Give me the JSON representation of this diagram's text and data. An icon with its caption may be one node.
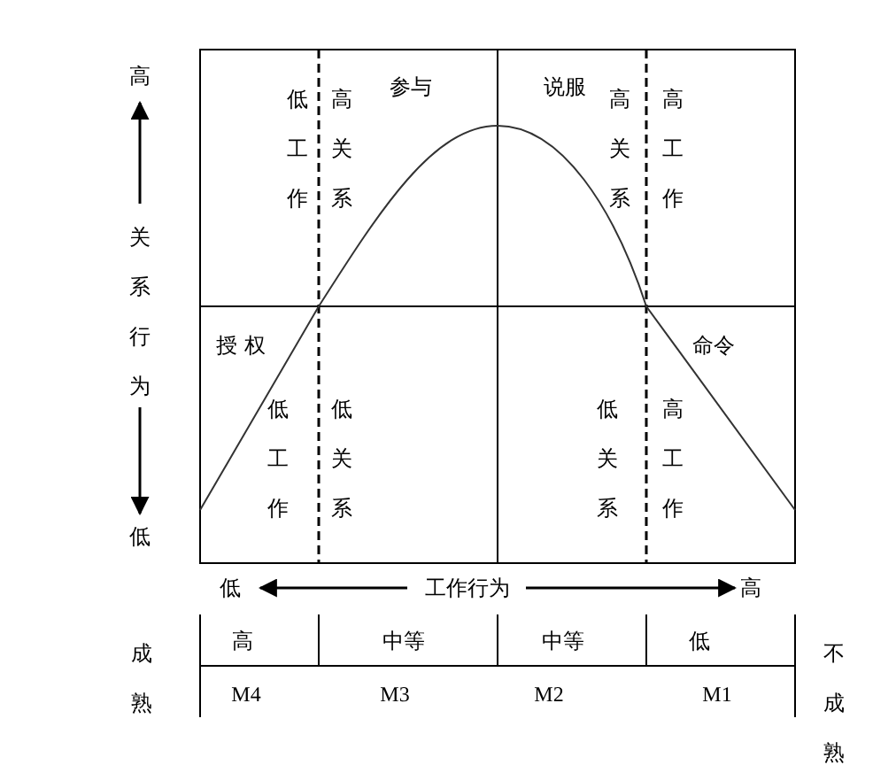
{
  "diagram": {
    "labels": [
      "高",
      "关系行为",
      "低",
      "低工作",
      "高关系",
      "参与",
      "说服",
      "高关系",
      "高工作",
      "授权",
      "低工作",
      "低关系",
      "低关系",
      "高工作",
      "命令",
      "低",
      "工作行为",
      "高",
      "成熟",
      "高",
      "中等",
      "中等",
      "低",
      "M4",
      "M3",
      "M2",
      "M1",
      "不成熟"
    ]
  }
}
